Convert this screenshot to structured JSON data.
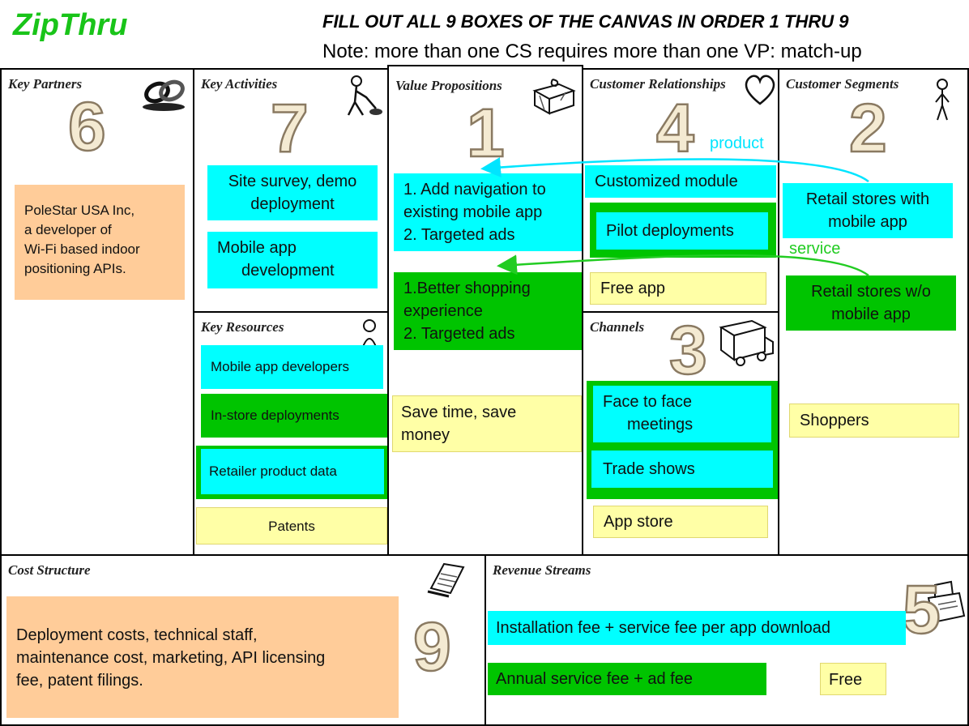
{
  "brand": "ZipThru",
  "header": {
    "instruction": "FILL OUT ALL 9 BOXES OF THE CANVAS IN ORDER 1 THRU 9",
    "note": "Note: more than one CS requires more than one VP: match-up"
  },
  "canvas": {
    "key_partners": {
      "title": "Key Partners",
      "number": "6",
      "notes": [
        "PoleStar USA Inc,",
        "a developer of",
        "Wi-Fi based indoor",
        "positioning APIs."
      ]
    },
    "key_activities": {
      "title": "Key Activities",
      "number": "7",
      "notes": [
        [
          "Site survey, demo",
          "deployment"
        ],
        [
          "Mobile app",
          "development"
        ]
      ]
    },
    "key_resources": {
      "title": "Key Resources",
      "notes": [
        "Mobile app developers",
        "In-store deployments",
        "Retailer product data",
        "Patents"
      ]
    },
    "value_propositions": {
      "title": "Value Propositions",
      "number": "1",
      "notes": [
        [
          "1. Add navigation to",
          "existing mobile app",
          "2. Targeted ads"
        ],
        [
          "1.Better shopping",
          "experience",
          "2. Targeted ads"
        ],
        [
          "Save time, save",
          "money"
        ]
      ]
    },
    "customer_relationships": {
      "title": "Customer Relationships",
      "number": "4",
      "notes": [
        "Customized module",
        "Pilot deployments",
        "Free app"
      ]
    },
    "channels": {
      "title": "Channels",
      "number": "3",
      "notes": [
        [
          "Face to face",
          "meetings"
        ],
        "Trade shows",
        "App store"
      ]
    },
    "customer_segments": {
      "title": "Customer Segments",
      "number": "2",
      "notes": [
        [
          "Retail stores with",
          "mobile app"
        ],
        [
          "Retail stores w/o",
          "mobile app"
        ],
        "Shoppers"
      ]
    },
    "cost_structure": {
      "title": "Cost Structure",
      "number": "9",
      "notes": [
        "Deployment  costs, technical staff,",
        "maintenance cost, marketing, API licensing",
        "fee, patent filings."
      ]
    },
    "revenue_streams": {
      "title": "Revenue Streams",
      "number": "5",
      "notes": [
        "Installation  fee + service fee per app download",
        "Annual  service fee + ad fee",
        "Free"
      ]
    }
  },
  "arrows": {
    "product_label": "product",
    "service_label": "service",
    "product_color": "#00e5ff",
    "service_color": "#22cc22"
  },
  "colors": {
    "brand": "#19c419",
    "cyan": "#00ffff",
    "green": "#00c400",
    "yellow": "#ffffa6",
    "orange": "#ffcc99"
  }
}
